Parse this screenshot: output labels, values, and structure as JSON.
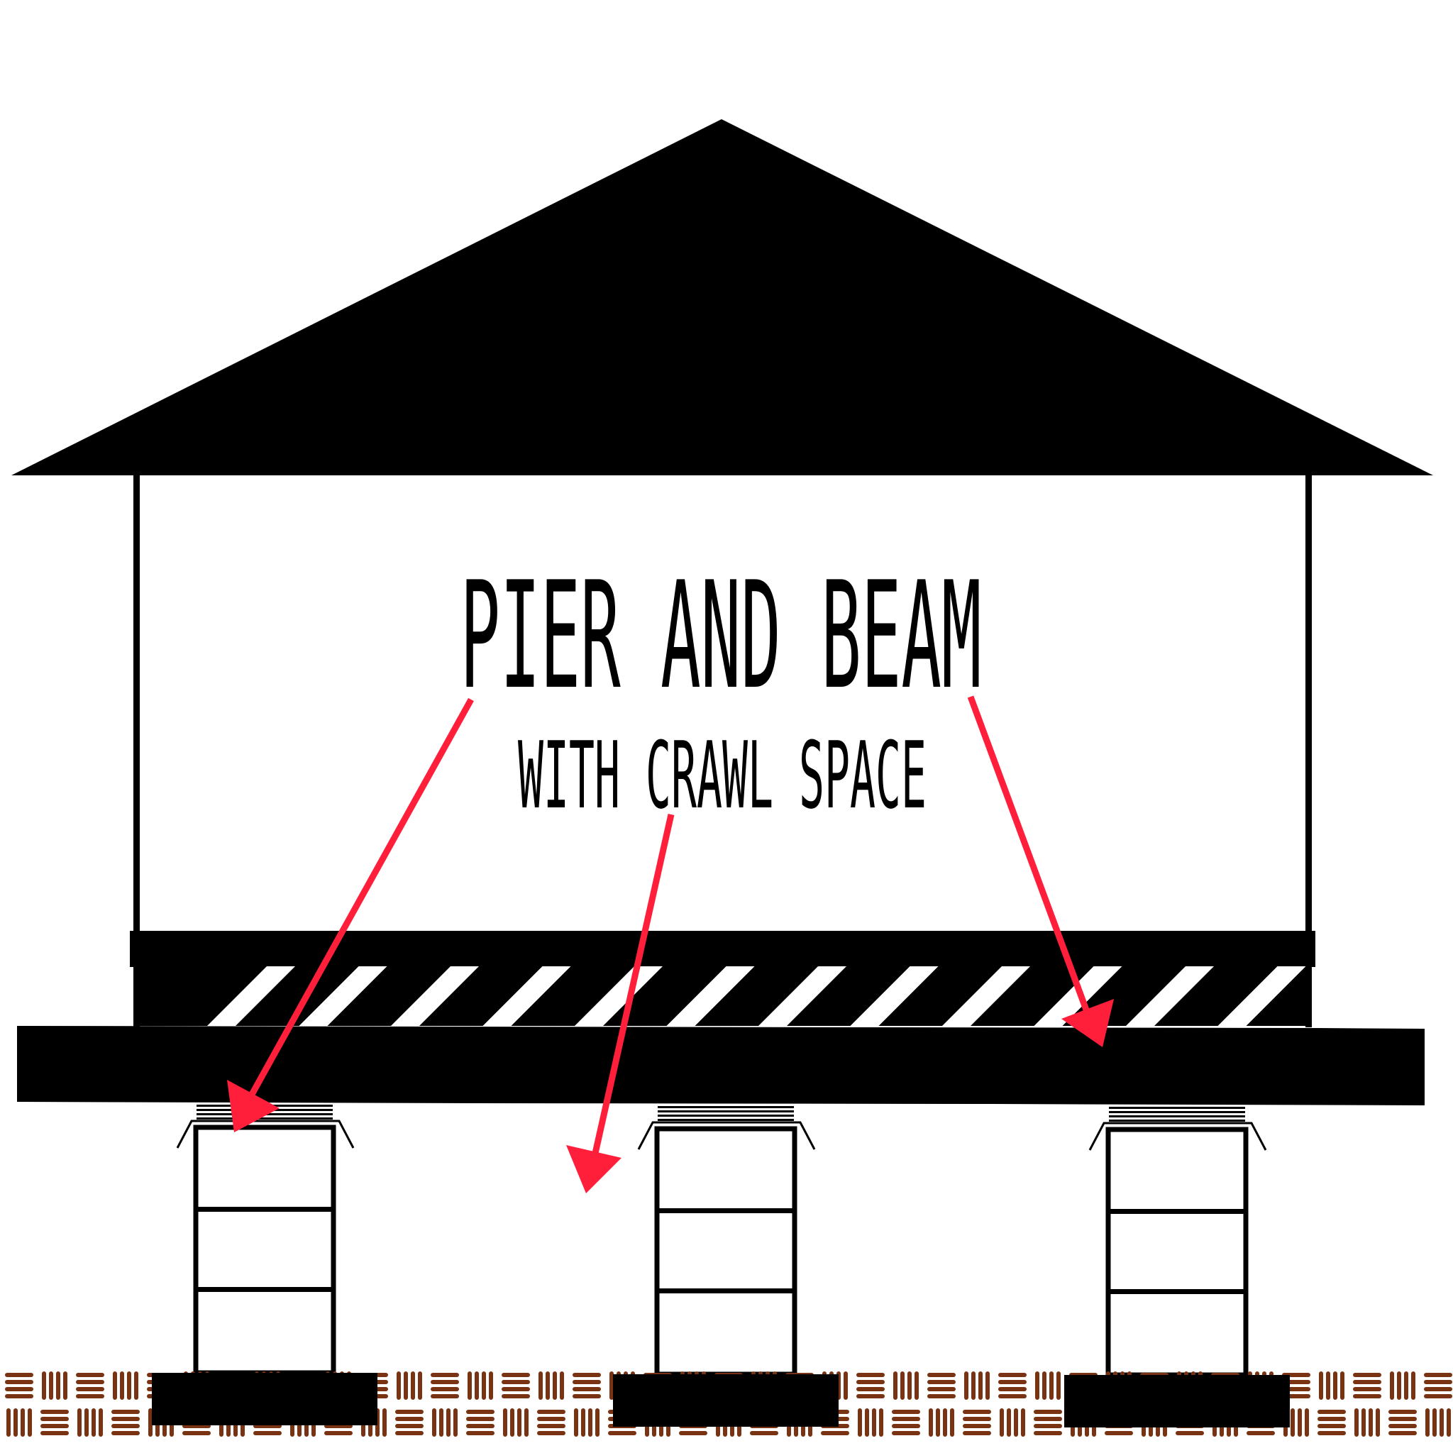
{
  "diagram": {
    "title": "PIER AND BEAM",
    "subtitle": "WITH CRAWL SPACE",
    "piers": [
      {
        "id": "left"
      },
      {
        "id": "center"
      },
      {
        "id": "right"
      }
    ],
    "arrows": [
      {
        "id": "left-pier"
      },
      {
        "id": "crawl-space"
      },
      {
        "id": "right-joists"
      }
    ],
    "colors": {
      "structure": "#000000",
      "arrow": "#ff1f3a",
      "soil": "#7a3312",
      "background": "#ffffff"
    }
  }
}
